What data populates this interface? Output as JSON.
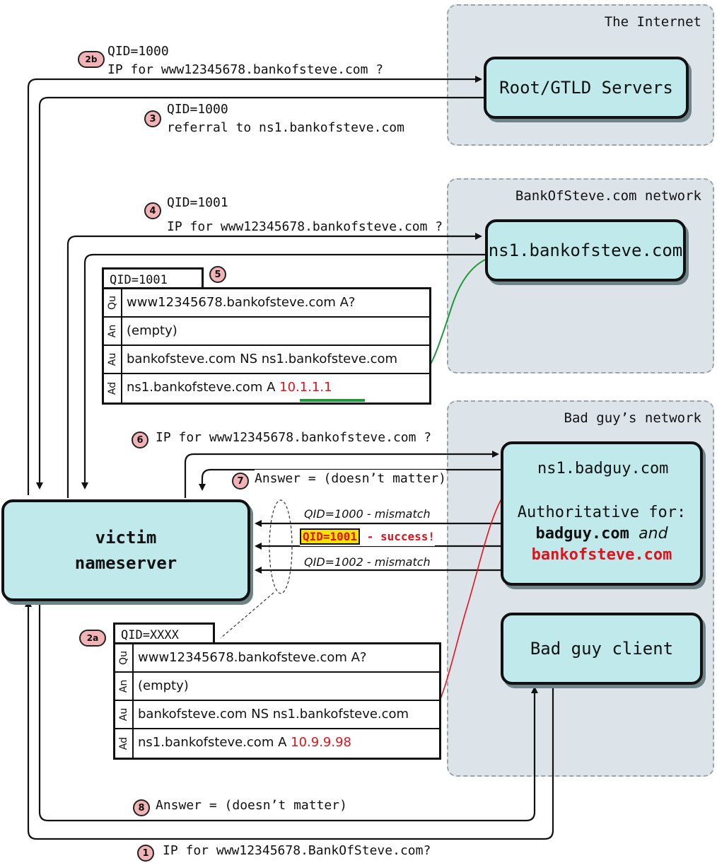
{
  "regions": {
    "internet": "The Internet",
    "bank": "BankOfSteve.com network",
    "badguy": "Bad guy’s network"
  },
  "servers": {
    "root": "Root/GTLD Servers",
    "ns1_bank": "ns1.bankofsteve.com",
    "ns1_bad": "ns1.badguy.com",
    "auth_line1": "Authoritative for:",
    "auth_domain1": "badguy.com",
    "auth_and": "and",
    "auth_domain2": "bankofsteve.com",
    "client": "Bad guy client",
    "victim_line1": "victim",
    "victim_line2": "nameserver"
  },
  "steps": {
    "s1_num": "1",
    "s1_text": "IP for www12345678.BankOfSteve.com?",
    "s2a_num": "2a",
    "s2b_num": "2b",
    "s2b_qid": "QID=1000",
    "s2b_text": "IP for www12345678.bankofsteve.com ?",
    "s3_num": "3",
    "s3_qid": "QID=1000",
    "s3_text": "referral to ns1.bankofsteve.com",
    "s4_num": "4",
    "s4_qid": "QID=1001",
    "s4_text": "IP for www12345678.bankofsteve.com ?",
    "s5_num": "5",
    "s6_num": "6",
    "s6_text": "IP for www12345678.bankofsteve.com ?",
    "s7_num": "7",
    "s7_text": "Answer = (doesn’t matter)",
    "s8_num": "8",
    "s8_text": "Answer = (doesn’t matter)"
  },
  "spoof": {
    "mismatch1": "QID=1000 - mismatch",
    "success_qid": "QID=1001",
    "success_text": "- success!",
    "mismatch2": "QID=1002 - mismatch"
  },
  "packet_real": {
    "qid": "QID=1001",
    "rows": [
      {
        "tag": "Qu",
        "value": "www12345678.bankofsteve.com A?"
      },
      {
        "tag": "An",
        "value": "(empty)"
      },
      {
        "tag": "Au",
        "value": "bankofsteve.com NS ns1.bankofsteve.com"
      },
      {
        "tag": "Ad",
        "value": "ns1.bankofsteve.com A ",
        "ip": "10.1.1.1"
      }
    ]
  },
  "packet_fake": {
    "qid": "QID=XXXX",
    "rows": [
      {
        "tag": "Qu",
        "value": "www12345678.bankofsteve.com A?"
      },
      {
        "tag": "An",
        "value": "(empty)"
      },
      {
        "tag": "Au",
        "value": "bankofsteve.com NS ns1.bankofsteve.com"
      },
      {
        "tag": "Ad",
        "value": "ns1.bankofsteve.com A ",
        "ip": "10.9.9.98"
      }
    ]
  },
  "colors": {
    "box_fill": "#bfe9ea",
    "region_fill": "#dce4e9",
    "badge_fill": "#f2b3b6",
    "real_link": "#1f9a3a",
    "fake_link": "#e3121a",
    "highlight": "#f7e300"
  }
}
